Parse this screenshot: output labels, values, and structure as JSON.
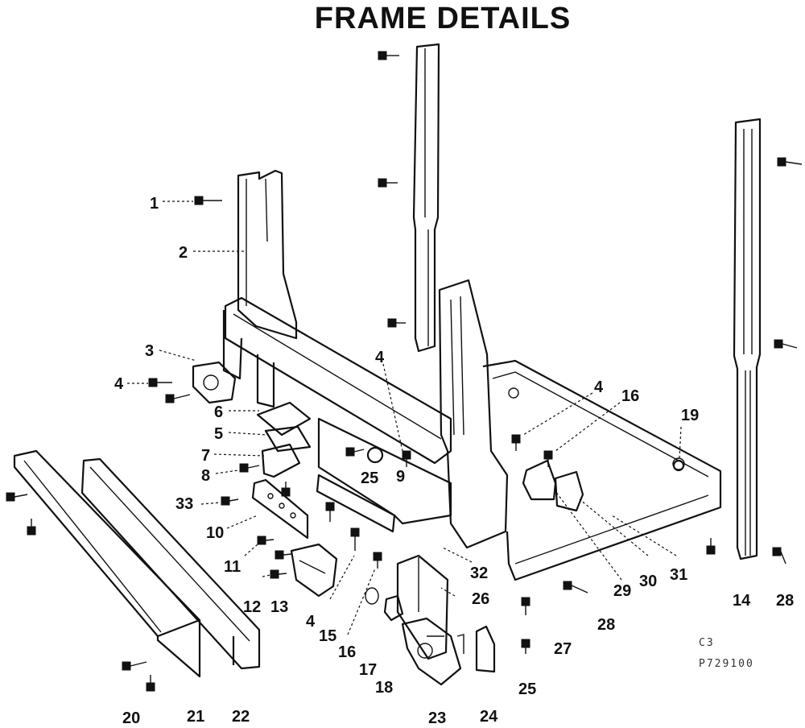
{
  "title": "FRAME DETAILS",
  "codes": {
    "line1": "C3",
    "line2": "P729100"
  },
  "labels": [
    {
      "id": "l1",
      "text": "1"
    },
    {
      "id": "l2",
      "text": "2"
    },
    {
      "id": "l3",
      "text": "3"
    },
    {
      "id": "l4a",
      "text": "4"
    },
    {
      "id": "l4b",
      "text": "4"
    },
    {
      "id": "l4c",
      "text": "4"
    },
    {
      "id": "l4d",
      "text": "4"
    },
    {
      "id": "l5",
      "text": "5"
    },
    {
      "id": "l6",
      "text": "6"
    },
    {
      "id": "l7",
      "text": "7"
    },
    {
      "id": "l8",
      "text": "8"
    },
    {
      "id": "l9",
      "text": "9"
    },
    {
      "id": "l10",
      "text": "10"
    },
    {
      "id": "l11",
      "text": "11"
    },
    {
      "id": "l12",
      "text": "12"
    },
    {
      "id": "l13",
      "text": "13"
    },
    {
      "id": "l14",
      "text": "14"
    },
    {
      "id": "l15",
      "text": "15"
    },
    {
      "id": "l16a",
      "text": "16"
    },
    {
      "id": "l16b",
      "text": "16"
    },
    {
      "id": "l17",
      "text": "17"
    },
    {
      "id": "l18",
      "text": "18"
    },
    {
      "id": "l19",
      "text": "19"
    },
    {
      "id": "l20",
      "text": "20"
    },
    {
      "id": "l21",
      "text": "21"
    },
    {
      "id": "l22",
      "text": "22"
    },
    {
      "id": "l23",
      "text": "23"
    },
    {
      "id": "l24",
      "text": "24"
    },
    {
      "id": "l25a",
      "text": "25"
    },
    {
      "id": "l25b",
      "text": "25"
    },
    {
      "id": "l26",
      "text": "26"
    },
    {
      "id": "l27",
      "text": "27"
    },
    {
      "id": "l28a",
      "text": "28"
    },
    {
      "id": "l28b",
      "text": "28"
    },
    {
      "id": "l29",
      "text": "29"
    },
    {
      "id": "l30",
      "text": "30"
    },
    {
      "id": "l31",
      "text": "31"
    },
    {
      "id": "l32",
      "text": "32"
    },
    {
      "id": "l33",
      "text": "33"
    }
  ]
}
